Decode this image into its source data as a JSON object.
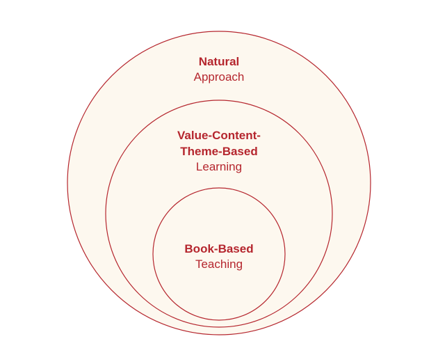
{
  "diagram": {
    "type": "nested-circles",
    "colors": {
      "fill": "#fdf8ef",
      "stroke": "#b5262e",
      "text": "#b5262e"
    },
    "outer": {
      "title": "Natural",
      "subtitle": "Approach"
    },
    "middle": {
      "title_line1": "Value-Content-",
      "title_line2": "Theme-Based",
      "subtitle": "Learning"
    },
    "inner": {
      "title": "Book-Based",
      "subtitle": "Teaching"
    }
  }
}
